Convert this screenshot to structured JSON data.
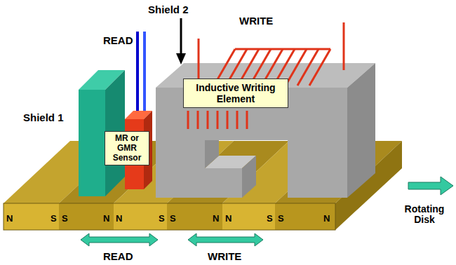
{
  "diagram": {
    "nodes": [
      {
        "text": [
          "Inductive Writing Element"
        ]
      },
      {
        "text": [
          "MR or GMR Sensor"
        ]
      }
    ],
    "labels": [
      "Shield 2",
      "WRITE",
      "READ",
      "Shield 1",
      "Rotating Disk",
      "N",
      "S",
      "S",
      "N",
      "N",
      "S",
      "S",
      "N",
      "N",
      "S",
      "S",
      "N",
      "READ",
      "WRITE"
    ]
  }
}
